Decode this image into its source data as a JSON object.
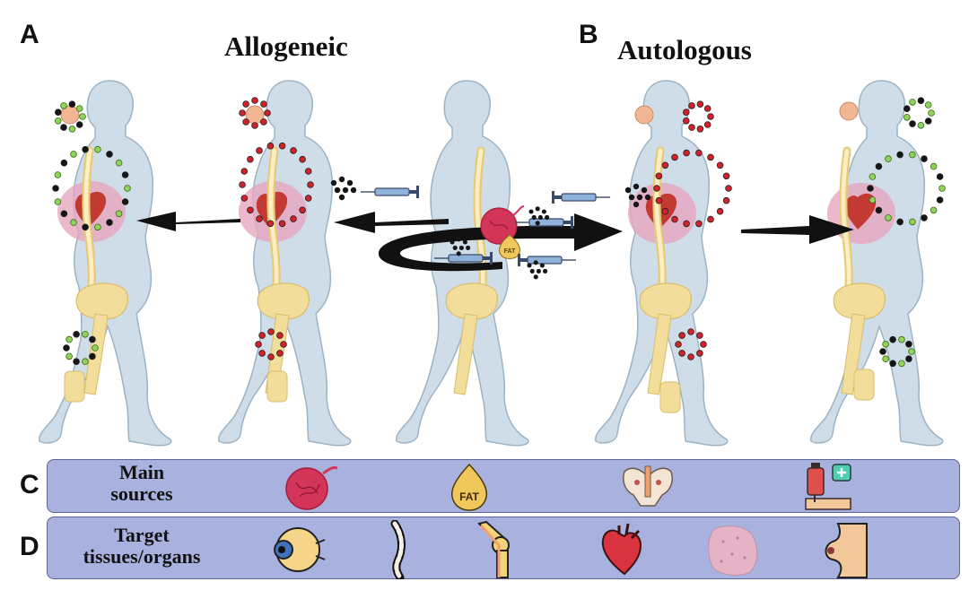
{
  "panels": {
    "a_letter": "A",
    "b_letter": "B",
    "c_letter": "C",
    "d_letter": "D"
  },
  "headings": {
    "allogeneic": "Allogeneic",
    "autologous": "Autologous"
  },
  "donor_icons": {
    "fat_label": "FAT"
  },
  "row_c": {
    "label_line1": "Main",
    "label_line2": "sources",
    "icons": [
      "umbilical-cord-icon",
      "adipose-fat-icon",
      "pelvis-bone-marrow-icon",
      "blood-transfusion-icon"
    ],
    "fat_label": "FAT"
  },
  "row_d": {
    "label_line1": "Target",
    "label_line2": "tissues/organs",
    "icons": [
      "eye-icon",
      "spine-icon",
      "knee-joint-icon",
      "heart-icon",
      "lung-tissue-icon",
      "breast-icon"
    ]
  },
  "colors": {
    "body": "#cfdde8",
    "body_outline": "#9db3c4",
    "bone": "#f3dd9a",
    "organ_pink": "#e6a6bf",
    "heart_red": "#c23a32",
    "cord": "#d23558",
    "cell_black": "#151515",
    "cell_red": "#d0222a",
    "cell_green": "#8fd35a",
    "band": "#a9b2de",
    "band_border": "#5d6595"
  }
}
